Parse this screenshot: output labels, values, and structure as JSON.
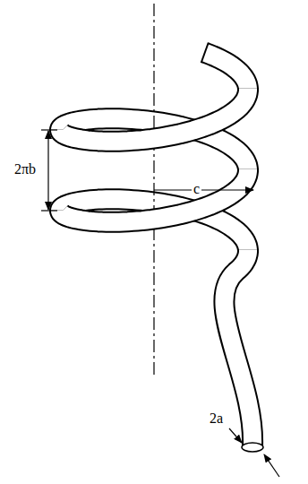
{
  "diagram": {
    "labels": [
      "2πb",
      "c",
      "2a"
    ]
  }
}
